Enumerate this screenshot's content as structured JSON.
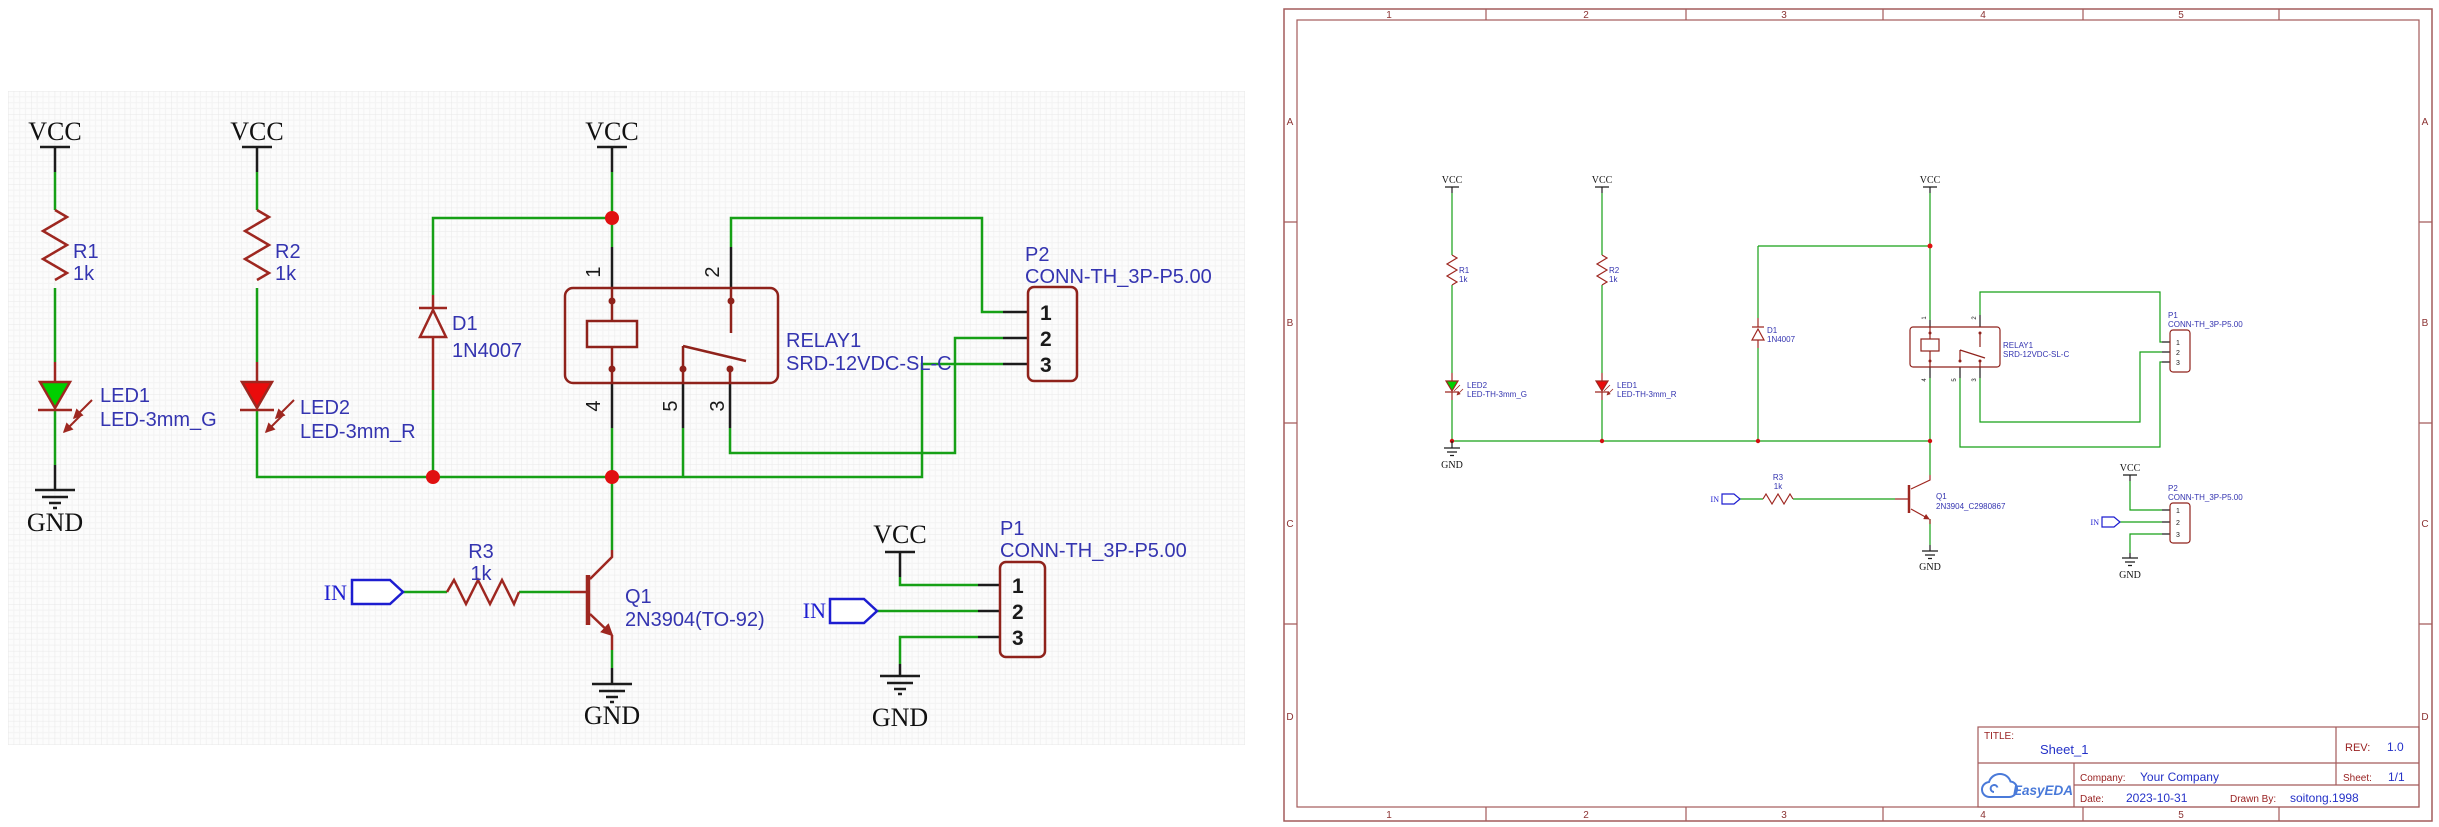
{
  "colors": {
    "wire_green": "#16a016",
    "component_red": "#9e2720",
    "junction_red": "#e01010",
    "label_blue": "#3434b0",
    "net_flag_blue": "#1d1dd0",
    "frame_maroon": "#a35b5b",
    "title_label_red": "#992222",
    "title_value_blue": "#2431c8",
    "logo_blue": "#4a7ad9",
    "led_green": "#00cf00",
    "led_red": "#ea0c0c"
  },
  "schematic": {
    "vcc": "VCC",
    "gnd": "GND",
    "in_flag": "IN",
    "r1_ref": "R1",
    "r1_val": "1k",
    "r2_ref": "R2",
    "r2_val": "1k",
    "r3_ref": "R3",
    "r3_val": "1k",
    "led_green_ref": "LED1",
    "led_green_val": "LED-3mm_G",
    "led_red_ref": "LED2",
    "led_red_val": "LED-3mm_R",
    "d1_ref": "D1",
    "d1_val": "1N4007",
    "relay_ref": "RELAY1",
    "relay_val": "SRD-12VDC-SL-C",
    "q1_ref": "Q1",
    "q1_val": "2N3904(TO-92)",
    "conn_top_ref": "P2",
    "conn_bottom_ref": "P1",
    "conn_val": "CONN-TH_3P-P5.00",
    "pin1": "1",
    "pin2": "2",
    "pin3": "3",
    "pin4": "4",
    "pin5": "5"
  },
  "mini": {
    "led_green_ref": "LED2",
    "led_green_val": "LED-TH-3mm_G",
    "led_red_ref": "LED1",
    "led_red_val": "LED-TH-3mm_R",
    "q1_val": "2N3904_C2980867"
  },
  "frame": {
    "cols": [
      "1",
      "2",
      "3",
      "4",
      "5"
    ],
    "rows": [
      "A",
      "B",
      "C",
      "D"
    ]
  },
  "title_block": {
    "title_label": "TITLE:",
    "title": "Sheet_1",
    "rev_label": "REV:",
    "rev": "1.0",
    "logo": "EasyEDA",
    "company_label": "Company:",
    "company": "Your Company",
    "sheet_label": "Sheet:",
    "sheet": "1/1",
    "date_label": "Date:",
    "date": "2023-10-31",
    "drawn_by_label": "Drawn By:",
    "drawn_by": "soitong.1998"
  }
}
